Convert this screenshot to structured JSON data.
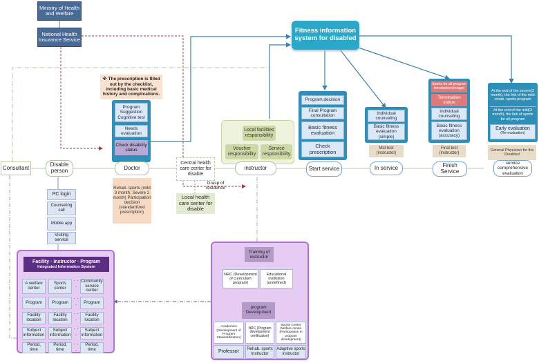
{
  "top": {
    "ministry": "Ministry of Health and Welfare",
    "nhis": "National Health Insurance Service",
    "fitness_system": "Fitness information system for disabled"
  },
  "prescription_note": "※ The prescription is filled out by the checklist, including basic medical history and complications.",
  "doctor_panel": [
    "Program Suggestion Cognitive test",
    "Needs evaluation",
    "Check disability status"
  ],
  "local_facilities": {
    "header": "Local facilities responsibility",
    "voucher": "Voucher responsibility",
    "service": "Service responsibility"
  },
  "start_panel": [
    "Program decision",
    "Final Program consultation",
    "Basic fitness evaluation",
    "Check prescription"
  ],
  "midtest_panel": [
    "Individual counseling",
    "Basic fitness evaluation (simple)"
  ],
  "midtest_label": "Mid-test (instructor)",
  "final_panel": [
    "Sports for all program introduction(Image)",
    "Termination status",
    "Individual counseling",
    "Basic fitness evaluation (accuracy)"
  ],
  "final_label": "Final test (instructor)",
  "eval_panel": [
    "At the end of the severe(2 month), the link of the mild rehab. sports program",
    "At the end of the mild(3 month), the link of sports for all program",
    "Early evaluation",
    "(Re-evaluation)"
  ],
  "general_physician": "General Physician for the Disabled",
  "row": {
    "consultant": "Consultant",
    "disable_person": "Disable person",
    "doctor": "Doctor",
    "central": "Central health care center for disable",
    "instructor": "instructor",
    "start_service": "Start service",
    "in_service": "In service",
    "finish_service": "Finish Service",
    "service_eval": "service comprehensive evaluation"
  },
  "rehab_note": "Rehab. sports (mild 3 month, Severe 2 month) Participation decision (standardized prescription)",
  "grasp": "Grasp of residence",
  "local_health": "Local health care center for disable",
  "person_services": [
    "PC login",
    "Counseling call",
    "Mobile app",
    "Visiting service"
  ],
  "facility_system": {
    "title_line1": "Facility · instructor · Program",
    "title_line2": "Integrated Information System",
    "columns": [
      "A welfare center",
      "Sports center",
      "Community service center"
    ],
    "rows": [
      "Program",
      "Facility location",
      "Subject information",
      "Period, time"
    ],
    "ellipsis": "· · ·"
  },
  "training": {
    "title": "Training of instructor",
    "nrc": "NRC (Development of curriculum program)",
    "edu": "Educational institution (undefined)",
    "program_dev": "program Development",
    "academics": "Academics (Development of Program Standardization)",
    "nrc2": "NRC (Program development certification)",
    "sports_center": "Sports Center Welfare center (Participation in program development)",
    "professor": "Professor",
    "rehab_instr": "Rehab. sports Instructor",
    "adaptive_instr": "Adaptive sports instructor"
  }
}
